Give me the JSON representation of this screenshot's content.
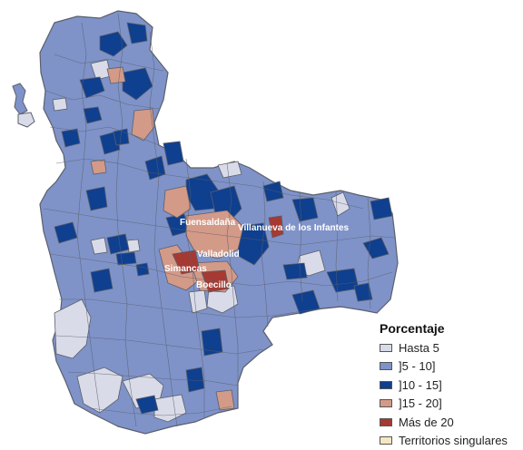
{
  "legend": {
    "title": "Porcentaje",
    "items": [
      {
        "label": "Hasta 5",
        "color": "#d9dce8"
      },
      {
        "label": "]5 - 10]",
        "color": "#7f93c9"
      },
      {
        "label": "]10 - 15]",
        "color": "#0f3f8f"
      },
      {
        "label": "]15 - 20]",
        "color": "#d39a88"
      },
      {
        "label": "Más de 20",
        "color": "#a53a33"
      },
      {
        "label": "Territorios singulares",
        "color": "#f6e7c2"
      }
    ]
  },
  "places": {
    "fuensaldana": "Fuensaldaña",
    "villanueva": "Villanueva de los Infantes",
    "valladolid": "Valladolid",
    "simancas": "Simancas",
    "boecillo": "Boecillo"
  },
  "colors": {
    "border": "#5b5f6b",
    "base": "#7f93c9"
  }
}
